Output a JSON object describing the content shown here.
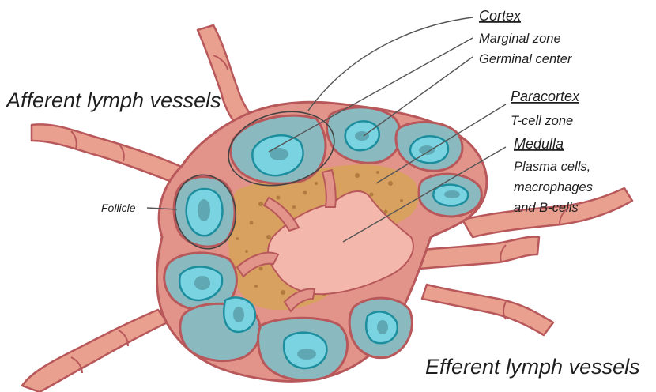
{
  "labels": {
    "afferent": "Afferent lymph vessels",
    "efferent": "Efferent lymph vessels",
    "follicle": "Follicle",
    "cortex": "Cortex",
    "marginal_zone": "Marginal zone",
    "germinal_center": "Germinal center",
    "paracortex": "Paracortex",
    "tcell_zone": "T-cell zone",
    "medulla": "Medulla",
    "medulla_line1": "Plasma cells,",
    "medulla_line2": "macrophages",
    "medulla_line3": "and B-cells"
  },
  "colors": {
    "capsule": "#e2948a",
    "capsule_outline": "#b8585a",
    "vessel": "#e9a08f",
    "follicle_fill": "#8ab9bf",
    "germinal_fill": "#79d3e0",
    "germinal_outline": "#1c8e9e",
    "nucleus": "#5fa8b3",
    "paracortex": "#d9a160",
    "paracortex_dots": "#b17a3e",
    "medulla": "#f3b8ab",
    "leader_line": "#555555"
  }
}
